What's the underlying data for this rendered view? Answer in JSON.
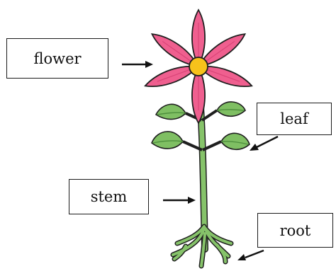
{
  "labels": {
    "flower": "flower",
    "leaf": "leaf",
    "stem": "stem",
    "root": "root"
  },
  "colors": {
    "petal": "#ef5f8f",
    "petal_dark": "#d94578",
    "center": "#f7c21b",
    "stem": "#86c36a",
    "leaf": "#7fbf63",
    "leaf_dark": "#4e8f3d",
    "outline": "#1f1f1f"
  },
  "icons": [
    "flower-icon",
    "leaf-icon",
    "stem-icon",
    "root-icon",
    "arrow-icon"
  ]
}
